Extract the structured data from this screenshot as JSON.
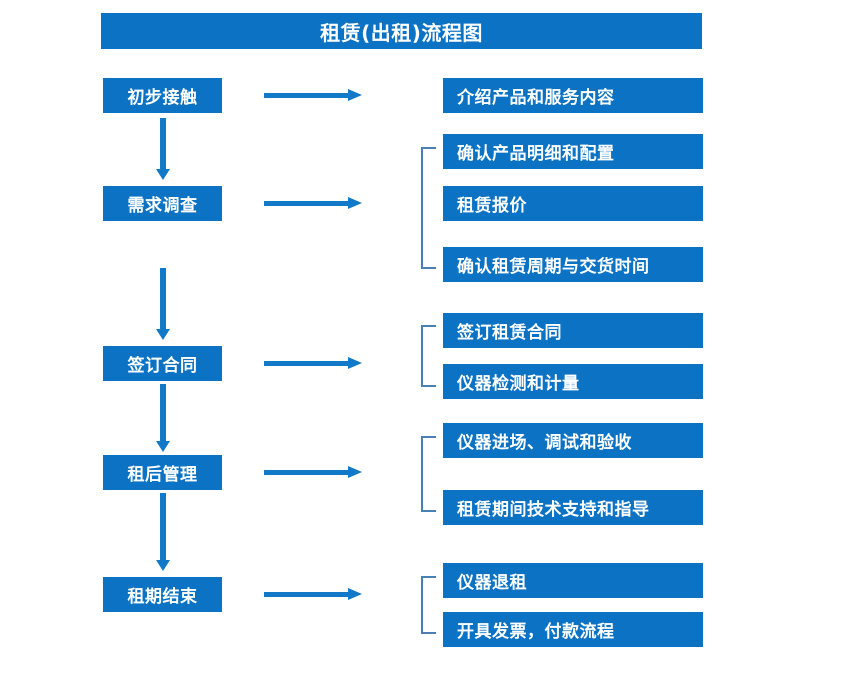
{
  "diagram": {
    "title": "租赁(出租)流程图",
    "accent_color": "#0B72C4",
    "arrow_color": "#1278C8",
    "bracket_color": "#4A7EB5",
    "text_color": "#FFFFFF",
    "background_color": "#FFFFFF",
    "stages": [
      {
        "id": "stage-1",
        "label": "初步接触",
        "details": [
          "介绍产品和服务内容"
        ],
        "grouped": false
      },
      {
        "id": "stage-2",
        "label": "需求调查",
        "details": [
          "确认产品明细和配置",
          "租赁报价",
          "确认租赁周期与交货时间"
        ],
        "grouped": true
      },
      {
        "id": "stage-3",
        "label": "签订合同",
        "details": [
          "签订租赁合同",
          "仪器检测和计量"
        ],
        "grouped": true
      },
      {
        "id": "stage-4",
        "label": "租后管理",
        "details": [
          "仪器进场、调试和验收",
          "租赁期间技术支持和指导"
        ],
        "grouped": true
      },
      {
        "id": "stage-5",
        "label": "租期结束",
        "details": [
          "仪器退租",
          "开具发票，付款流程"
        ],
        "grouped": true
      }
    ]
  }
}
